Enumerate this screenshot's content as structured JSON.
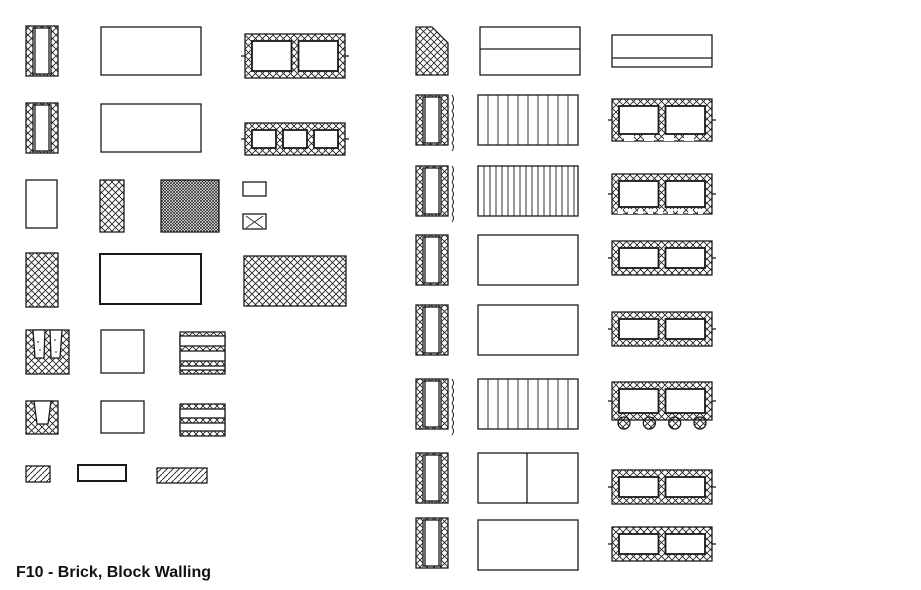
{
  "caption": "F10 - Brick, Block Walling",
  "colors": {
    "ink": "#1a1a1a",
    "paper": "#ffffff"
  },
  "symbols": [
    "wall-section-hatched",
    "brick-elevation",
    "hollow-block-two-cell",
    "hollow-block-three-cell",
    "brick-end-section",
    "brick-cross-hatched",
    "dense-crosshatch-block",
    "small-block",
    "small-tie-block",
    "large-cross-hatched-block",
    "channel-block-section",
    "coursed-block",
    "small-diagonal-hatch",
    "chamfered-block",
    "ribbed-elevation",
    "castellated-hollow-block",
    "notched-hollow-block",
    "lugged-hollow-block",
    "half-block-elevation"
  ]
}
